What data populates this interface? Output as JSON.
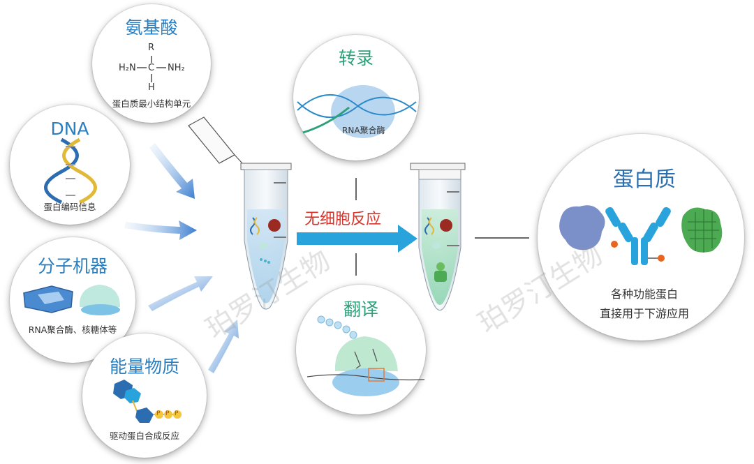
{
  "amino": {
    "title": "氨基酸",
    "formula": {
      "r": "R",
      "c": "C",
      "h": "H",
      "left": "H₂N",
      "right": "NH₂"
    },
    "subtitle": "蛋白质最小结构单元"
  },
  "dna": {
    "title": "DNA",
    "subtitle": "蛋白编码信息"
  },
  "machine": {
    "title": "分子机器",
    "subtitle": "RNA聚合酶、核糖体等"
  },
  "energy": {
    "title": "能量物质",
    "subtitle": "驱动蛋白合成反应",
    "phosphate": "P"
  },
  "transcription": {
    "title": "转录",
    "enzyme": "RNA聚合酶"
  },
  "translation": {
    "title": "翻译"
  },
  "reaction": {
    "label": "无细胞反应"
  },
  "protein": {
    "title": "蛋白质",
    "line1": "各种功能蛋白",
    "line2": "直接用于下游应用"
  },
  "watermark": "珀罗汀生物",
  "colors": {
    "title_blue": "#2a7fc0",
    "title_green": "#2fa07a",
    "reaction_red": "#d9342b",
    "arrow_blue": "#28a3dc"
  }
}
